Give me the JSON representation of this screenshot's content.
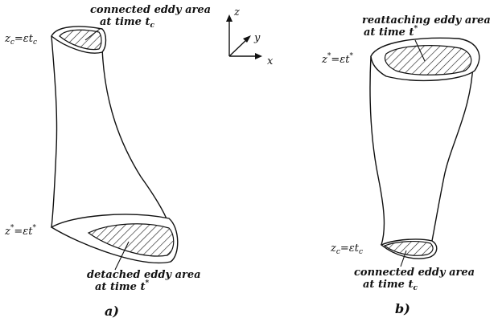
{
  "axes": {
    "z": "z",
    "y": "y",
    "x": "x"
  },
  "panel_a": {
    "top_label_line1": "connected eddy area",
    "top_label_line2": "at time t",
    "top_label_sub": "c",
    "level_top_prefix": "z",
    "level_top_sub": "c",
    "level_top_mid": "=εt",
    "level_top_end_sub": "c",
    "level_bottom_prefix": "z",
    "level_bottom_sup": "*",
    "level_bottom_mid": "=εt",
    "level_bottom_end_sup": "*",
    "bottom_label_line1": "detached eddy area",
    "bottom_label_line2": "at time t",
    "bottom_label_sup": "*",
    "caption": "a)"
  },
  "panel_b": {
    "top_label_line1": "reattaching eddy area",
    "top_label_line2": "at time t",
    "top_label_sup": "*",
    "level_top_prefix": "z",
    "level_top_sup": "*",
    "level_top_mid": "=εt",
    "level_top_end_sup": "*",
    "level_bottom_prefix": "z",
    "level_bottom_sub": "c",
    "level_bottom_mid": "=εt",
    "level_bottom_end_sub": "c",
    "bottom_label_line1": "connected eddy area",
    "bottom_label_line2": "at time t",
    "bottom_label_sub": "c",
    "caption": "b)"
  }
}
